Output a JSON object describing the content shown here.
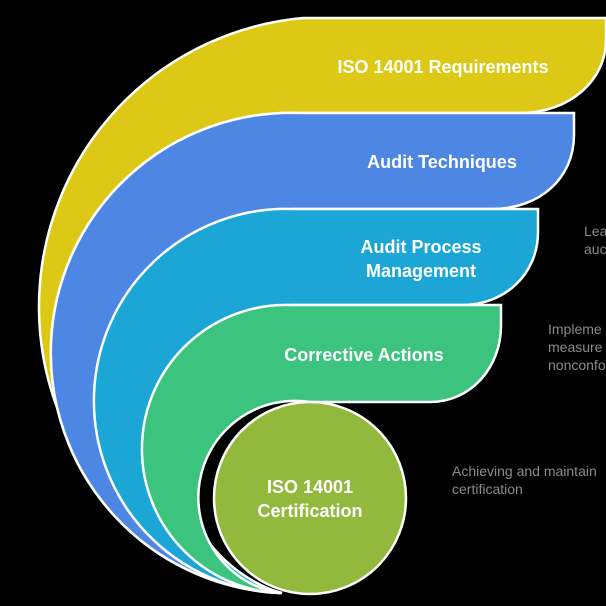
{
  "layers": [
    {
      "label_lines": [
        "ISO 14001 Requirements"
      ],
      "color": "#DDC915"
    },
    {
      "label_lines": [
        "Audit Techniques"
      ],
      "color": "#4E87E3"
    },
    {
      "label_lines": [
        "Audit Process",
        "Management"
      ],
      "color": "#1BA6D6"
    },
    {
      "label_lines": [
        "Corrective Actions"
      ],
      "color": "#3CC47E"
    },
    {
      "label_lines": [
        "ISO 14001",
        "Certification"
      ],
      "color": "#92B93B"
    }
  ],
  "descriptions": [
    {
      "lines": [
        "Lea",
        "auc"
      ]
    },
    {
      "lines": [
        "Impleme",
        "measure",
        "nonconfo"
      ]
    },
    {
      "lines": [
        "Achieving and maintain",
        "certification"
      ]
    }
  ],
  "outline_color": "#ffffff",
  "background_color": "#000000"
}
